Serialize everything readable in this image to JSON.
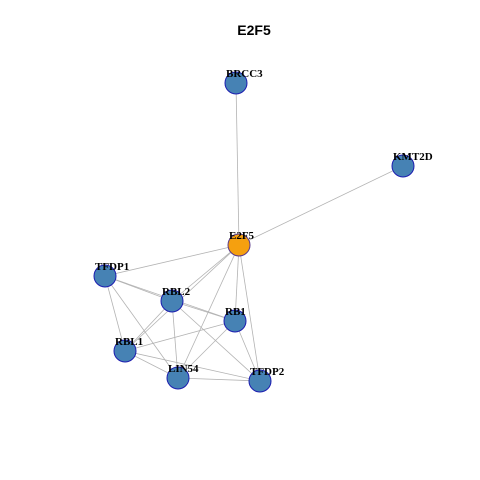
{
  "title": "E2F5",
  "colors": {
    "node_fill": "#4682b4",
    "node_stroke": "#1c1cb0",
    "hub_fill": "#f5a00f",
    "hub_stroke": "#5a3a8c",
    "edge": "#b3b3b3"
  },
  "nodes": [
    {
      "id": "BRCC3",
      "label": "BRCC3",
      "hub": false
    },
    {
      "id": "KMT2D",
      "label": "KMT2D",
      "hub": false
    },
    {
      "id": "E2F5",
      "label": "E2F5",
      "hub": true
    },
    {
      "id": "TFDP1",
      "label": "TFDP1",
      "hub": false
    },
    {
      "id": "RBL2",
      "label": "RBL2",
      "hub": false
    },
    {
      "id": "RB1",
      "label": "RB1",
      "hub": false
    },
    {
      "id": "RBL1",
      "label": "RBL1",
      "hub": false
    },
    {
      "id": "LIN54",
      "label": "LIN54",
      "hub": false
    },
    {
      "id": "TFDP2",
      "label": "TFDP2",
      "hub": false
    }
  ],
  "edges": [
    [
      "E2F5",
      "BRCC3"
    ],
    [
      "E2F5",
      "KMT2D"
    ],
    [
      "E2F5",
      "TFDP1"
    ],
    [
      "E2F5",
      "RBL2"
    ],
    [
      "E2F5",
      "RB1"
    ],
    [
      "E2F5",
      "RBL1"
    ],
    [
      "E2F5",
      "LIN54"
    ],
    [
      "E2F5",
      "TFDP2"
    ],
    [
      "TFDP1",
      "RBL2"
    ],
    [
      "TFDP1",
      "RB1"
    ],
    [
      "TFDP1",
      "RBL1"
    ],
    [
      "TFDP1",
      "LIN54"
    ],
    [
      "RBL2",
      "RB1"
    ],
    [
      "RBL2",
      "RBL1"
    ],
    [
      "RBL2",
      "LIN54"
    ],
    [
      "RBL2",
      "TFDP2"
    ],
    [
      "RB1",
      "RBL1"
    ],
    [
      "RB1",
      "LIN54"
    ],
    [
      "RB1",
      "TFDP2"
    ],
    [
      "RBL1",
      "LIN54"
    ],
    [
      "RBL1",
      "TFDP2"
    ],
    [
      "LIN54",
      "TFDP2"
    ]
  ]
}
